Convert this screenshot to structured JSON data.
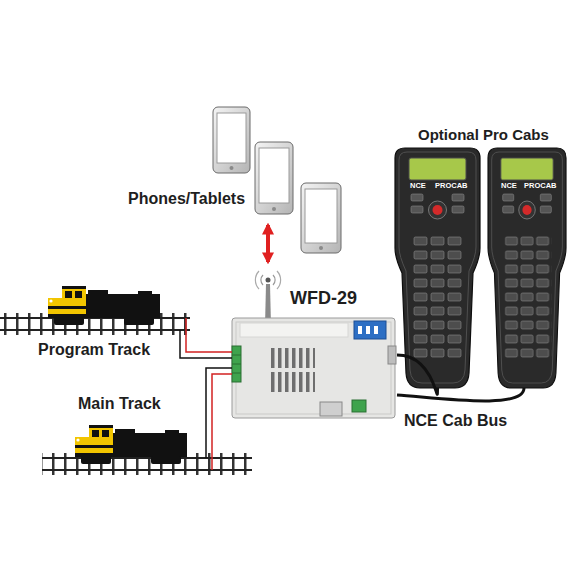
{
  "diagram": {
    "nodes": [
      {
        "text": [
          "Phones/Tablets"
        ]
      },
      {
        "text": [
          "WFD-29"
        ]
      },
      {
        "text": [
          "Program Track"
        ]
      },
      {
        "text": [
          "Main Track"
        ]
      },
      {
        "text": [
          "NCE",
          "PROCAB"
        ]
      },
      {
        "text": [
          "NCE",
          "PROCAB"
        ]
      }
    ],
    "edges": [
      {
        "from": 0,
        "to": 1,
        "arrow": "both"
      },
      {
        "from": 1,
        "to": 2,
        "arrow": "none"
      },
      {
        "from": 1,
        "to": 3,
        "arrow": "none"
      },
      {
        "from": 1,
        "to": 4,
        "arrow": "none"
      },
      {
        "from": 1,
        "to": 5,
        "label": "NCE Cab Bus",
        "arrow": "none"
      }
    ],
    "labels": [
      "Optional Pro Cabs"
    ]
  }
}
